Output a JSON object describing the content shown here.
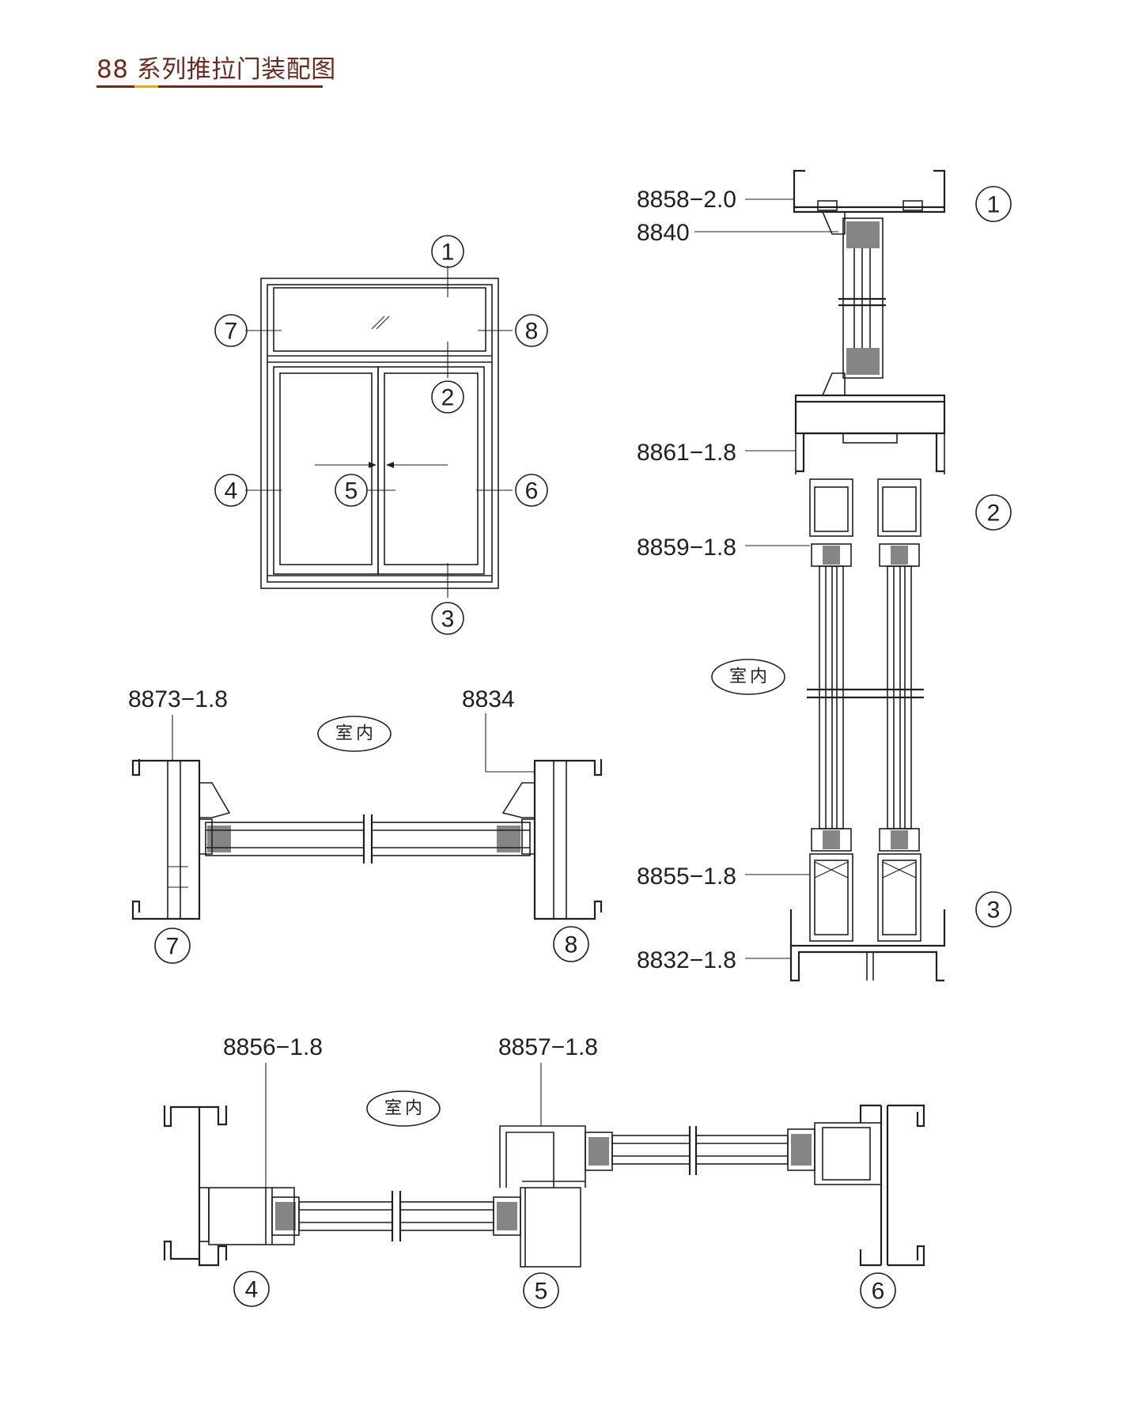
{
  "page_title": "88 系列推拉门装配图",
  "indoor_label": "室内",
  "part_labels": {
    "p8858": "8858−2.0",
    "p8840": "8840",
    "p8861": "8861−1.8",
    "p8859": "8859−1.8",
    "p8855": "8855−1.8",
    "p8832": "8832−1.8",
    "p8873": "8873−1.8",
    "p8834": "8834",
    "p8856": "8856−1.8",
    "p8857": "8857−1.8"
  },
  "callouts": [
    "1",
    "2",
    "3",
    "4",
    "5",
    "6",
    "7",
    "8"
  ],
  "colors": {
    "title": "#6b2a22",
    "title_accent": "#f2a51a",
    "line": "#231f20"
  }
}
